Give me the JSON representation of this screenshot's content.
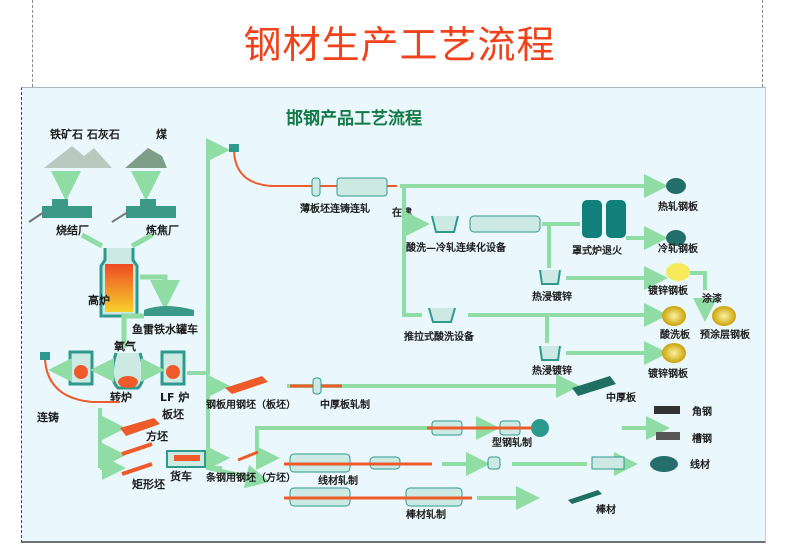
{
  "title": "钢材生产工艺流程",
  "diagram": {
    "heading": "邯钢产品工艺流程",
    "colors": {
      "title": "#f0421c",
      "flow": "#8fdca4",
      "equipment": "#2e9a8e",
      "steel": "#ee5a2a",
      "panel": "#eaf8fd"
    },
    "raw_materials": {
      "ore": "铁矿石 石灰石",
      "coal": "煤"
    },
    "plants": {
      "sinter": "烧结厂",
      "coke": "炼焦厂"
    },
    "ironmaking": {
      "blast_furnace": "高炉",
      "torpedo_car": "鱼雷铁水罐车",
      "oxygen": "氧气",
      "converter": "转炉",
      "lf_furnace": "LF 炉",
      "caster": "连铸"
    },
    "semis": {
      "slab": "板坯",
      "billet": "方坯",
      "rect": "矩形坯",
      "truck": "货车"
    },
    "thin_slab": {
      "label": "薄板坯连铸连轧",
      "status": "在建"
    },
    "cold_line": {
      "pickling_cold": "酸洗—冷轧连续化设备",
      "batch_anneal": "罩式炉退火",
      "hot_dip": "热浸镀锌",
      "push_pull": "推拉式酸洗设备",
      "hot_dip2": "热浸镀锌",
      "painting": "涂漆"
    },
    "products": {
      "hot_rolled": "热轧钢板",
      "cold_rolled": "冷轧钢板",
      "galvanized": "镀锌钢板",
      "pickled": "酸洗板",
      "precoated": "预涂层钢板",
      "galvanized2": "镀锌钢板",
      "plate": "中厚板",
      "angle": "角钢",
      "channel": "槽钢",
      "wire": "线材",
      "bar": "棒材"
    },
    "long_lines": {
      "plate_slab": "钢板用钢坯（板坯）",
      "plate_mill": "中厚板轧制",
      "section_mill": "型钢轧制",
      "long_billet": "条钢用钢坯（方坯）",
      "wire_mill": "线材轧制",
      "bar_mill": "棒材轧制"
    }
  }
}
